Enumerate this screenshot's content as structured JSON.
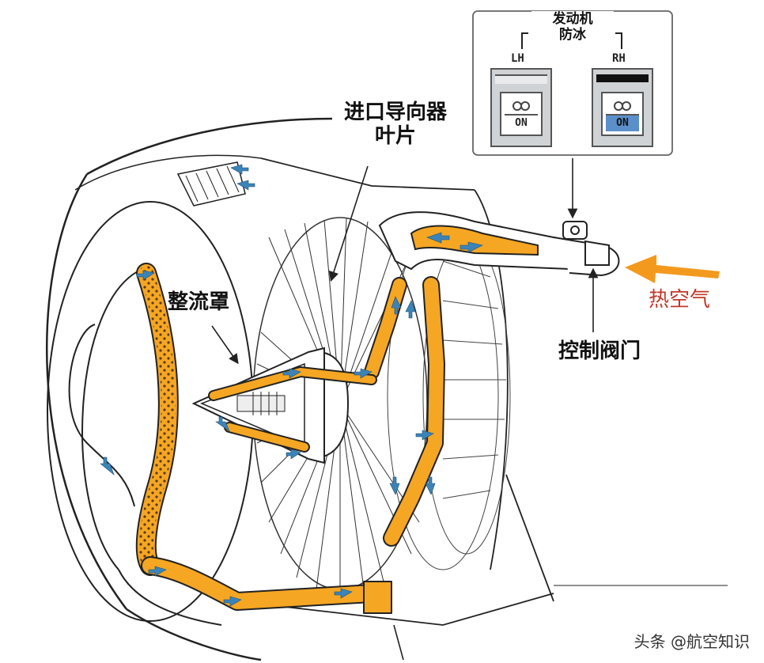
{
  "labels": {
    "inlet_guide_vanes": "进口导向器叶片",
    "inlet_guide_vanes_line1": "进口导向器",
    "inlet_guide_vanes_line2": "叶片",
    "spinner": "整流罩",
    "hot_air": "热空气",
    "control_valve": "控制阀门"
  },
  "panel": {
    "title_line1": "发动机",
    "title_line2": "防冰",
    "switches": [
      {
        "side": "LH",
        "state": "ON",
        "active": false
      },
      {
        "side": "RH",
        "state": "ON",
        "active": true
      }
    ]
  },
  "watermark": "头条 @航空知识",
  "colors": {
    "duct_orange": "#F5A623",
    "hot_air_arrow": "#F39A1E",
    "hot_air_text": "#C0392B",
    "flow_arrow_blue": "#3B84B8",
    "switch_on_active": "#5B8FC9",
    "outline": "#222222"
  }
}
